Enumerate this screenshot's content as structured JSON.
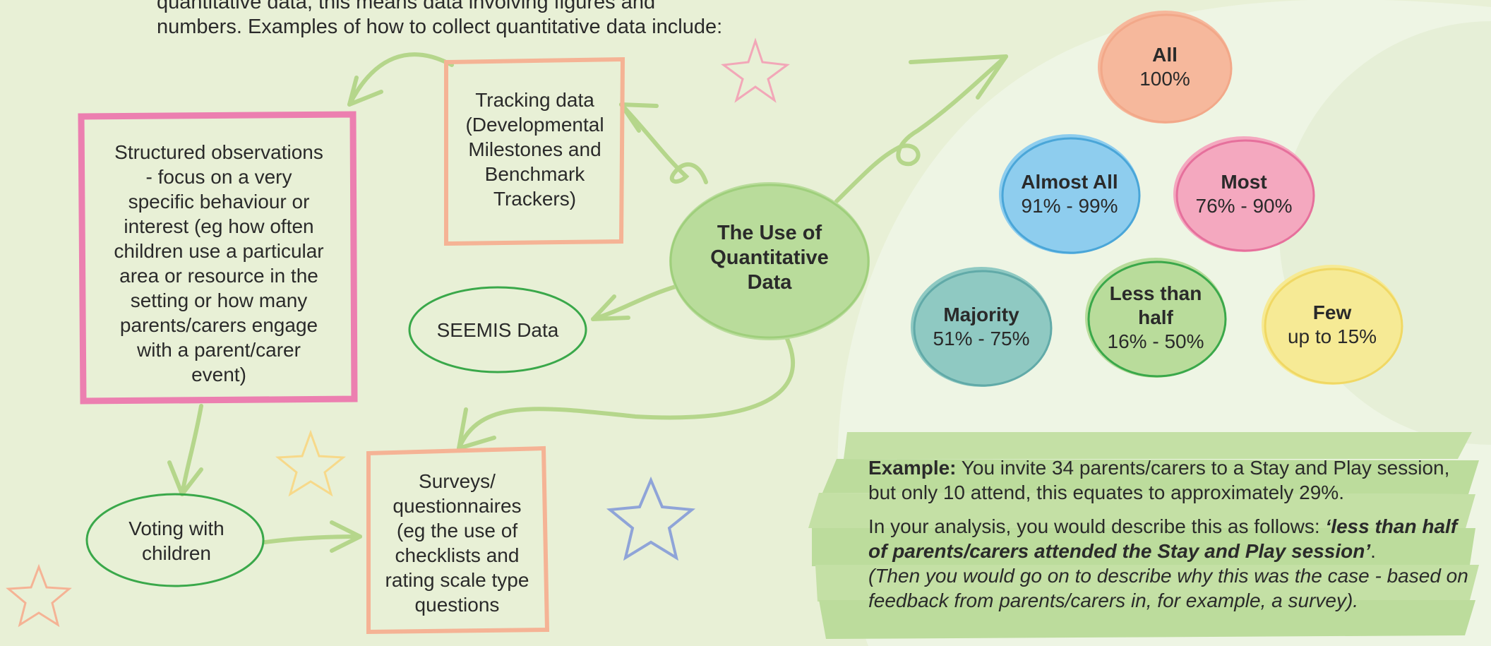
{
  "intro": {
    "line1": "quantitative data, this means data involving figures and",
    "line2": "numbers.  Examples of how to collect quantitative data include:"
  },
  "center": {
    "label": "The Use of\nQuantitative\nData"
  },
  "methods": {
    "tracking": "Tracking data\n(Developmental\nMilestones and\nBenchmark\nTrackers)",
    "structured": "Structured observations\n- focus on a very\nspecific behaviour or\ninterest (eg how often\nchildren use a particular\narea or resource in the\nsetting or how many\nparents/carers engage\nwith a parent/carer\nevent)",
    "seemis": "SEEMIS Data",
    "voting": "Voting with\nchildren",
    "surveys": "Surveys/\nquestionnaires\n(eg the use of\nchecklists and\nrating scale type\nquestions"
  },
  "proportions": [
    {
      "title": "All",
      "range": "100%",
      "color": "#f6b89c",
      "stroke": "#f2a889"
    },
    {
      "title": "Almost All",
      "range": "91% - 99%",
      "color": "#8ecdee",
      "stroke": "#4aa6d8"
    },
    {
      "title": "Most",
      "range": "76% - 90%",
      "color": "#f4a8bf",
      "stroke": "#e6709c"
    },
    {
      "title": "Majority",
      "range": "51% - 75%",
      "color": "#8fc9c2",
      "stroke": "#61aaa8"
    },
    {
      "title": "Less than\nhalf",
      "range": "16% - 50%",
      "color": "#b9dc9b",
      "stroke": "#3aa84a"
    },
    {
      "title": "Few",
      "range": "up to 15%",
      "color": "#f6ea95",
      "stroke": "#f0d864"
    }
  ],
  "example": {
    "label": "Example:",
    "text1": " You invite 34 parents/carers to a Stay and Play session, but only 10 attend, this equates to approximately 29%.",
    "text2": "In your analysis, you would describe this as follows: ",
    "quote": "‘less than half of parents/carers attended the Stay and Play session’",
    "text3": ".",
    "note": "(Then you would go on to describe why this was the case - based on feedback from parents/carers in, for example, a survey)."
  },
  "colors": {
    "background": "#e8f0d6",
    "arrow_green": "#b5d68b",
    "box_pink": "#ec7fb0",
    "box_peach": "#f5b395",
    "ellipse_green": "#3aa84a",
    "star_pink": "#f2a7b8",
    "star_yellow": "#f7d98a",
    "star_blue": "#8fa4d8",
    "star_peach": "#f5b395"
  }
}
